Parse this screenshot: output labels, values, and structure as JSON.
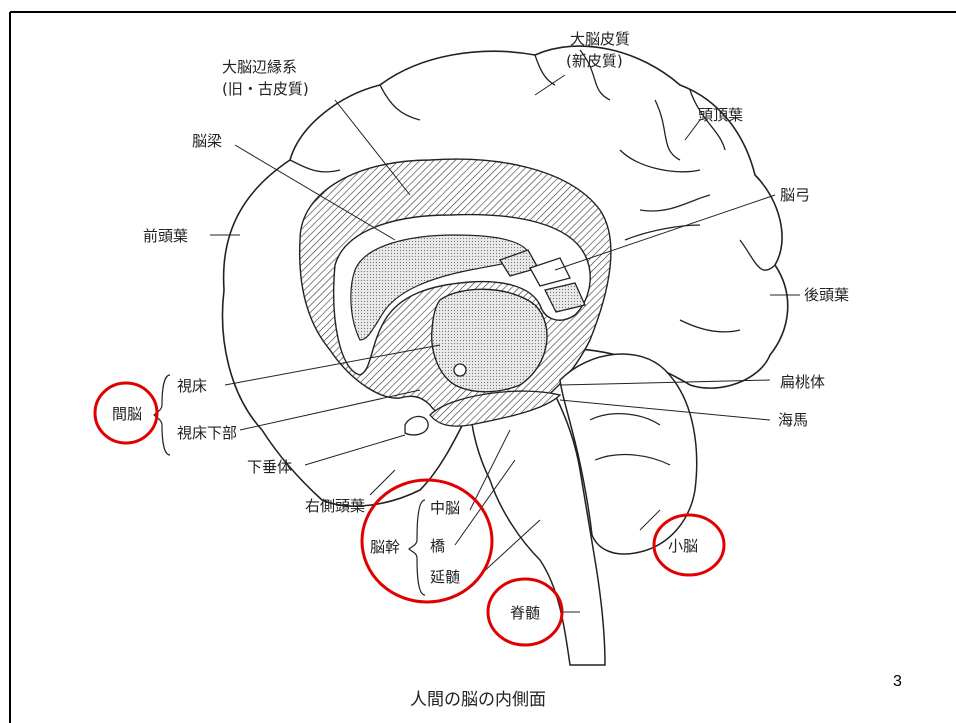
{
  "caption": "人間の脳の内側面",
  "page_number": "3",
  "highlight_color": "#e00000",
  "labels": {
    "limbic_system_line1": "大脳辺縁系",
    "limbic_system_line2": "(旧・古皮質)",
    "cerebral_cortex_line1": "大脳皮質",
    "cerebral_cortex_line2": "(新皮質)",
    "parietal_lobe": "頭頂葉",
    "corpus_callosum": "脳梁",
    "fornix": "脳弓",
    "frontal_lobe": "前頭葉",
    "occipital_lobe": "後頭葉",
    "thalamus": "視床",
    "diencephalon": "間脳",
    "hypothalamus": "視床下部",
    "amygdala": "扁桃体",
    "hippocampus": "海馬",
    "pituitary": "下垂体",
    "temporal_lobe": "右側頭葉",
    "midbrain": "中脳",
    "brainstem": "脳幹",
    "pons": "橋",
    "medulla": "延髄",
    "cerebellum": "小脳",
    "spinal_cord": "脊髄"
  }
}
